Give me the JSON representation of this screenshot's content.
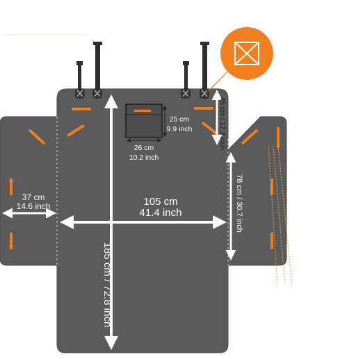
{
  "colors": {
    "mat": "#5b5b5b",
    "mat_edge": "#4a4a4a",
    "accent": "#f07f1e",
    "dim_arrow": "#ffffff",
    "text_dark": "#222222",
    "strap": "#2e2e2e"
  },
  "icons": {
    "buckle": "orange-circle-with-x-box-icon"
  },
  "dimensions": {
    "width_cm": "105 cm",
    "width_in": "41.4 inch",
    "length": "185 cm / 72.8 inch",
    "flap_width_cm": "37 cm",
    "flap_width_in": "14.6 inch",
    "side_flap_length": "78 cm / 30.7 inch",
    "top_flap_length": "45 cm / 17.7 inch",
    "pocket_height_cm": "25 cm",
    "pocket_height_in": "9.9 inch",
    "pocket_width_cm": "26 cm",
    "pocket_width_in": "10.2 inch"
  }
}
